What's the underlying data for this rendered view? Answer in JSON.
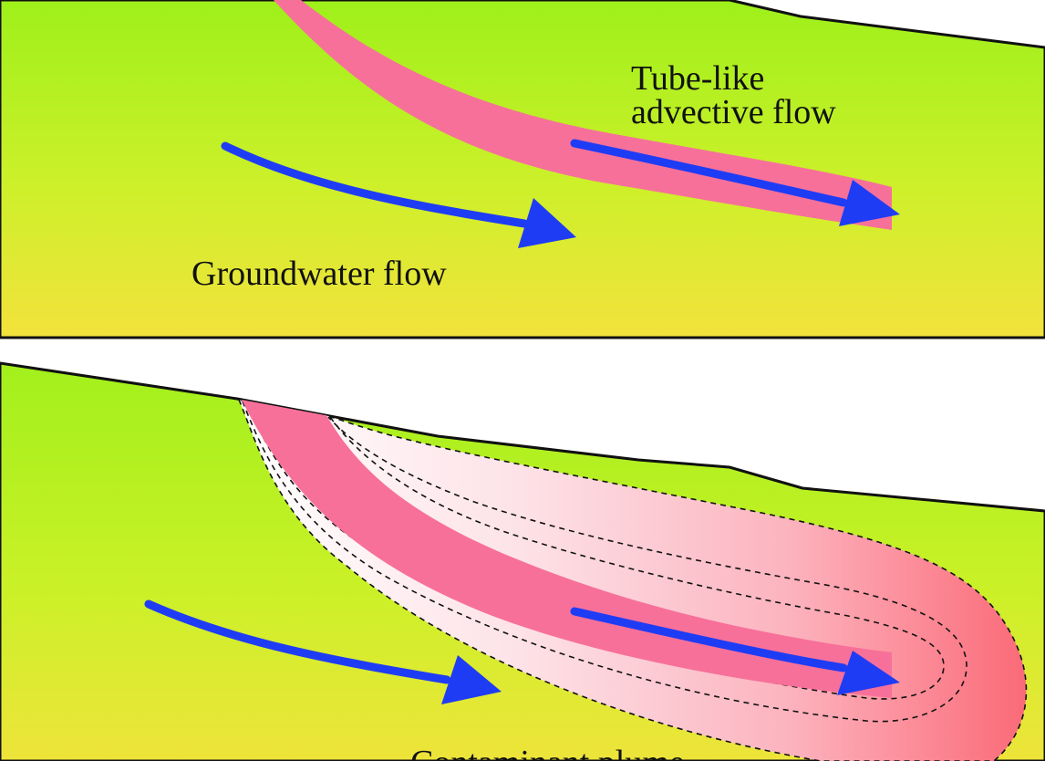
{
  "panels": {
    "top": {
      "labels": {
        "tube_line1": "Tube-like",
        "tube_line2": "advective flow",
        "groundwater": "Groundwater flow"
      }
    },
    "bottom": {
      "labels": {
        "plume": "Contaminant plume"
      }
    }
  },
  "colors": {
    "ground_top": "#9ef01a",
    "ground_mid": "#c6f126",
    "ground_bottom": "#f2e23a",
    "tube": "#f7709a",
    "arrow": "#1f3cf5",
    "plume_light": "#fde6ea",
    "plume_dark": "#fb6a78",
    "outline": "#111111"
  },
  "icons": {
    "flow_arrow": "arrow-right-icon"
  }
}
